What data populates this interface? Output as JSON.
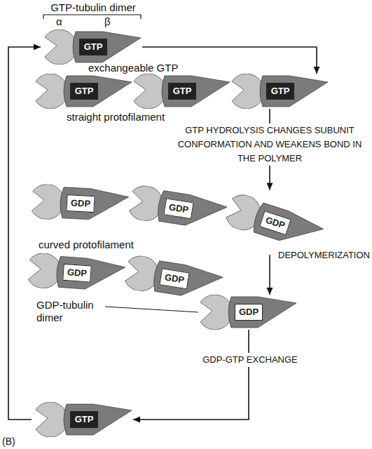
{
  "diagram": {
    "nodes": [
      {
        "text": [
          "GTP"
        ]
      },
      {
        "text": [
          "GTP"
        ]
      },
      {
        "text": [
          "GTP"
        ]
      },
      {
        "text": [
          "GTP"
        ]
      },
      {
        "text": [
          "GDP"
        ]
      },
      {
        "text": [
          "GDP"
        ]
      },
      {
        "text": [
          "GDP"
        ]
      },
      {
        "text": [
          "GDP"
        ]
      },
      {
        "text": [
          "GDP"
        ]
      },
      {
        "text": [
          "GDP"
        ]
      },
      {
        "text": [
          "GTP"
        ]
      }
    ],
    "edges": [
      {
        "from": 0,
        "to": 3,
        "arrow": "to"
      },
      {
        "from": 3,
        "to": 6,
        "arrow": "to",
        "label": "GTP HYDROLYSIS CHANGES SUBUNIT CONFORMATION AND WEAKENS BOND IN THE POLYMER"
      },
      {
        "from": 6,
        "to": 9,
        "arrow": "to",
        "label": "DEPOLYMERIZATION"
      },
      {
        "from": 9,
        "to": 10,
        "arrow": "to",
        "label": "GDP-GTP EXCHANGE"
      },
      {
        "from": 10,
        "to": 0,
        "arrow": "to"
      }
    ],
    "labels": [
      "GTP-tubulin dimer",
      "α",
      "β",
      "exchangeable GTP",
      "straight protofilament",
      "curved protofilament",
      "GDP-tubulin dimer",
      "(B)"
    ]
  }
}
